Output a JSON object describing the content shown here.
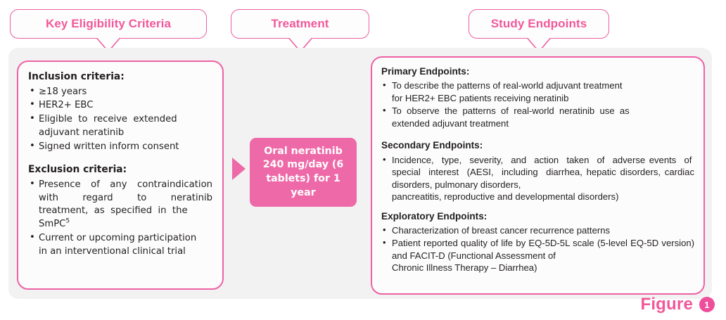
{
  "colors": {
    "pink_accent": "#ee61a5",
    "pink_text": "#f2589b",
    "pink_fill": "#ee69a8",
    "panel_grey": "#f2f2f2",
    "box_white": "#fcfcfc",
    "body_text": "#231f20"
  },
  "headers": {
    "eligibility": "Key Eligibility Criteria",
    "treatment": "Treatment",
    "endpoints": "Study Endpoints"
  },
  "criteria": {
    "inclusion_title": "Inclusion criteria:",
    "inclusion_items": [
      "≥18 years",
      "HER2+ EBC",
      "Eligible to receive extended adjuvant neratinib",
      "Signed written inform consent"
    ],
    "exclusion_title": "Exclusion criteria:",
    "exclusion_items": [
      "Presence of any contraindication with regard to neratinib treatment, as specified in the SmPC",
      "Current or upcoming participation in an interventional clinical trial"
    ],
    "exclusion_item_1_superscript": "5"
  },
  "treatment": {
    "text": "Oral neratinib 240 mg/day (6 tablets) for 1 year"
  },
  "endpoints": {
    "primary_title": "Primary Endpoints:",
    "primary_items": [
      "To describe the patterns of real-world adjuvant treatment for HER2+ EBC patients receiving neratinib",
      "To observe the patterns of real-world neratinib use as extended adjuvant treatment"
    ],
    "secondary_title": "Secondary Endpoints:",
    "secondary_items": [
      "Incidence, type, severity, and action taken of adverse events of special interest (AESI, including diarrhea, hepatic disorders, cardiac disorders, pulmonary disorders, pancreatitis, reproductive and developmental disorders)"
    ],
    "exploratory_title": "Exploratory Endpoints:",
    "exploratory_items": [
      "Characterization of breast cancer recurrence patterns",
      "Patient reported quality of life by EQ-5D-5L scale (5-level EQ-5D version) and FACIT-D (Functional Assessment of Chronic Illness Therapy – Diarrhea)"
    ]
  },
  "figure": {
    "label": "Figure",
    "number": "1"
  }
}
